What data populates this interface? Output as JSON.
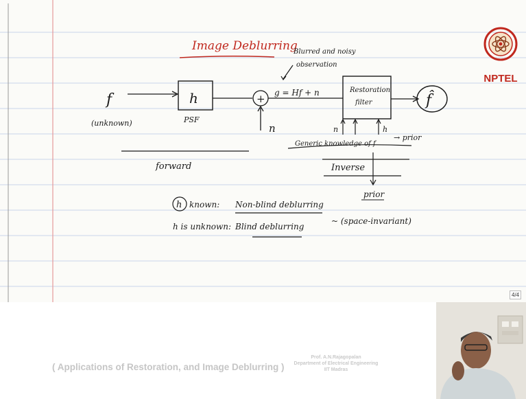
{
  "slide": {
    "title": "Image Deblurring",
    "page_indicator": "4/4",
    "logo_text": "NPTEL"
  },
  "diagram": {
    "input": "f",
    "input_note": "(unknown)",
    "blur_block": "h",
    "blur_caption": "PSF",
    "adder_symbol": "+",
    "noise": "n",
    "observation": "g = Hf + n",
    "observation_note_line1": "Blurred and noisy",
    "observation_note_line2": "observation",
    "filter_line1": "Restoration",
    "filter_line2": "filter",
    "output": "f̂",
    "filter_input_n": "n",
    "filter_input_h": "h",
    "prior_arrow": "→ prior",
    "generic_knowledge": "Generic knowledge of f",
    "forward_label": "forward",
    "inverse_label": "Inverse",
    "prior_label": "prior"
  },
  "notes": {
    "line1_prefix": "known:",
    "line1_circled": "h",
    "line1_term": "Non-blind deblurring",
    "line2_prefix": "h is unknown:",
    "line2_term": "Blind deblurring",
    "side_note": "~ (space-invariant)"
  },
  "footer": {
    "caption": "( Applications of Restoration, and Image Deblurring )",
    "credit_line1": "Prof. A.N.Rajagopalan",
    "credit_line2": "Department of Electrical Engineering",
    "credit_line3": "IIT Madras"
  },
  "colors": {
    "ink": "#1a1a1a",
    "accent_red": "#c0281e",
    "rule_blue": "#c9d4ea",
    "margin_red": "#e59a9a"
  }
}
